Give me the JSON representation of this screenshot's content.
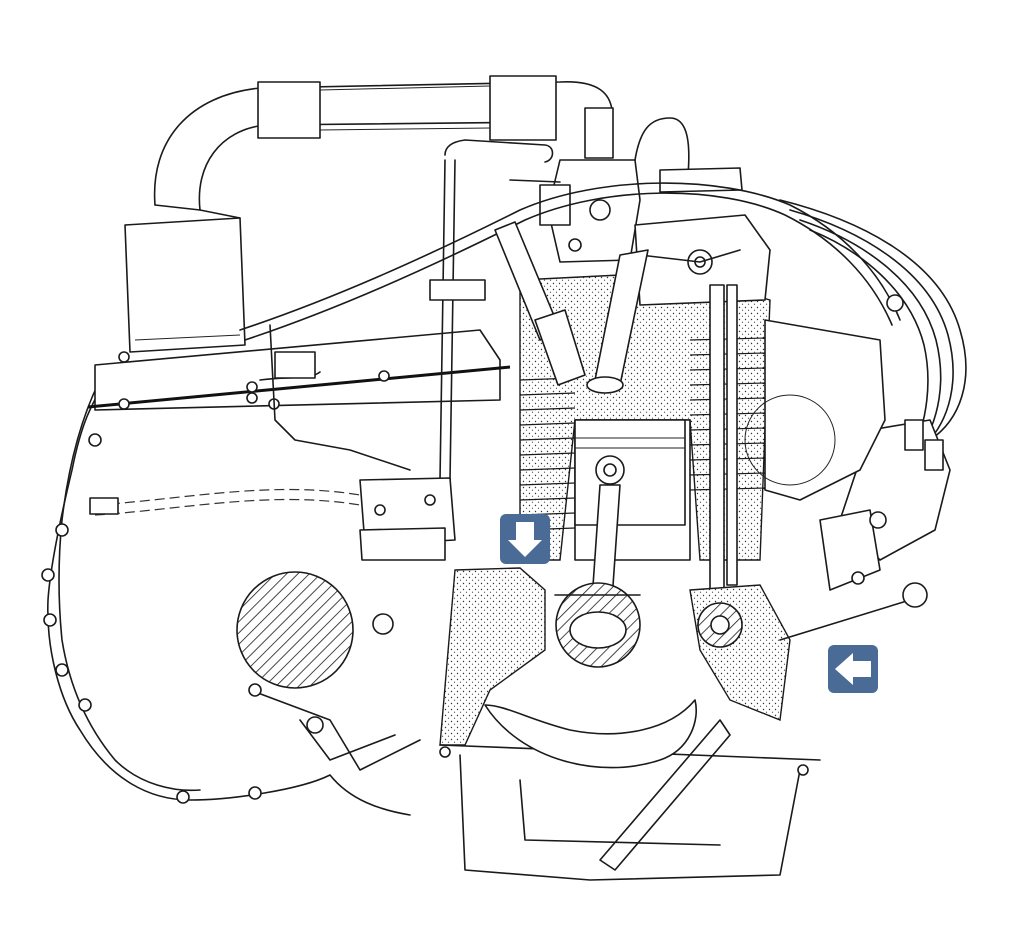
{
  "image": {
    "subject": "engine-cutaway-drawing",
    "style": "line-art"
  },
  "callouts": [
    {
      "id": "callout-down",
      "icon": "arrow-down-icon",
      "direction": "down",
      "color": "#4a6b96"
    },
    {
      "id": "callout-left",
      "icon": "arrow-left-icon",
      "direction": "left",
      "color": "#4a6b96"
    }
  ],
  "palette": {
    "ink": "#1a1a1a",
    "paper": "#ffffff",
    "callout": "#4a6b96"
  }
}
